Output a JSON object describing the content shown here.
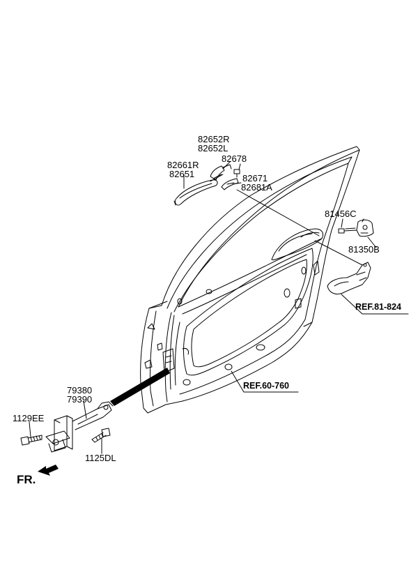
{
  "labels": {
    "p82652": [
      "82652R",
      "82652L"
    ],
    "p82661": [
      "82661R",
      "82651"
    ],
    "p82678": "82678",
    "p82671": [
      "82671",
      "82681A"
    ],
    "p81456": "81456C",
    "p81350": "81350B",
    "p79380": [
      "79380",
      "79390"
    ],
    "p1129": "1129EE",
    "p1125": "1125DL"
  },
  "refs": {
    "ref81": "REF.81-824",
    "ref60": "REF.60-760"
  },
  "direction": "FR."
}
